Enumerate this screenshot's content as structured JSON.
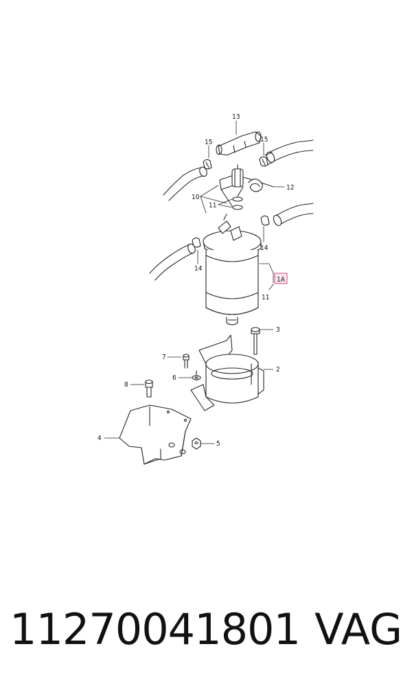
{
  "diagram": {
    "callouts": {
      "c13": "13",
      "c15a": "15",
      "c15b": "15",
      "c10": "10",
      "c11a": "11",
      "c12": "12",
      "c14a": "14",
      "c14b": "14",
      "c1A": "1A",
      "c11b": "11",
      "c3": "3",
      "c7": "7",
      "c2": "2",
      "c6": "6",
      "c8": "8",
      "c4": "4",
      "c5": "5"
    },
    "highlight_color": "#d6336c"
  },
  "footer": {
    "part_number": "11270041801",
    "brand": "VAG"
  }
}
